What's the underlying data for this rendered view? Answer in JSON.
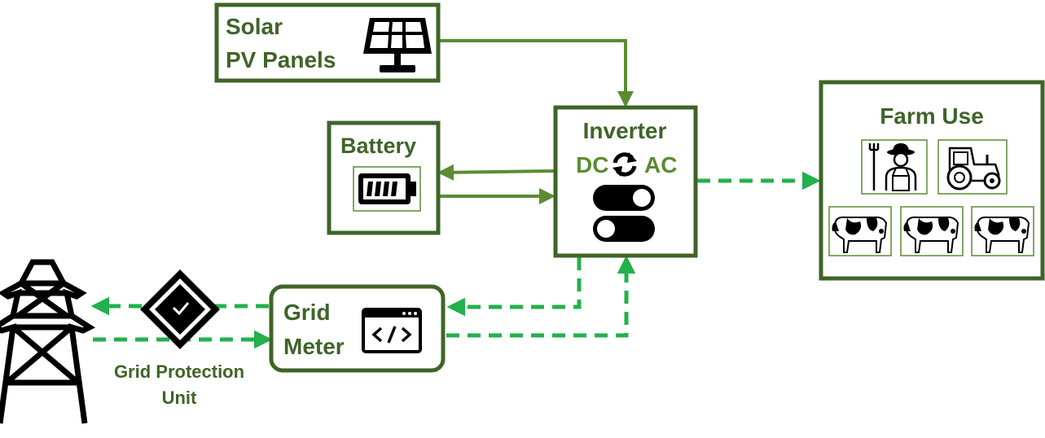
{
  "colors": {
    "box_border": "#3f6428",
    "solid_arrow": "#5a8c32",
    "dashed_arrow": "#22b14c",
    "label_text": "#3f6428",
    "icon_dark": "#000000"
  },
  "nodes": {
    "solar": {
      "line1": "Solar",
      "line2": "PV Panels",
      "icon": "solar-panel-icon"
    },
    "battery": {
      "label": "Battery",
      "icon": "battery-icon"
    },
    "inverter": {
      "title": "Inverter",
      "dc": "DC",
      "ac": "AC",
      "icons": [
        "refresh-icon",
        "toggle-switch-icon"
      ]
    },
    "farm": {
      "title": "Farm Use",
      "icons": [
        "farmer-icon",
        "tractor-icon",
        "cow-icon",
        "cow-icon",
        "cow-icon"
      ]
    },
    "meter": {
      "line1": "Grid",
      "line2": "Meter",
      "icon": "meter-code-icon"
    },
    "protection": {
      "line1": "Grid Protection",
      "line2": "Unit",
      "icon": "shield-check-icon"
    },
    "tower": {
      "icon": "transmission-tower-icon"
    }
  },
  "connections": [
    {
      "from": "Solar PV Panels",
      "to": "Inverter",
      "style": "solid"
    },
    {
      "from": "Inverter",
      "to": "Battery",
      "style": "solid"
    },
    {
      "from": "Battery",
      "to": "Inverter",
      "style": "solid"
    },
    {
      "from": "Inverter",
      "to": "Farm Use",
      "style": "dashed"
    },
    {
      "from": "Inverter",
      "to": "Grid Meter",
      "style": "dashed"
    },
    {
      "from": "Grid Meter",
      "to": "Inverter",
      "style": "dashed"
    },
    {
      "from": "Grid Meter",
      "to": "Grid",
      "style": "dashed",
      "via": "Grid Protection Unit"
    },
    {
      "from": "Grid",
      "to": "Grid Meter",
      "style": "dashed"
    }
  ]
}
